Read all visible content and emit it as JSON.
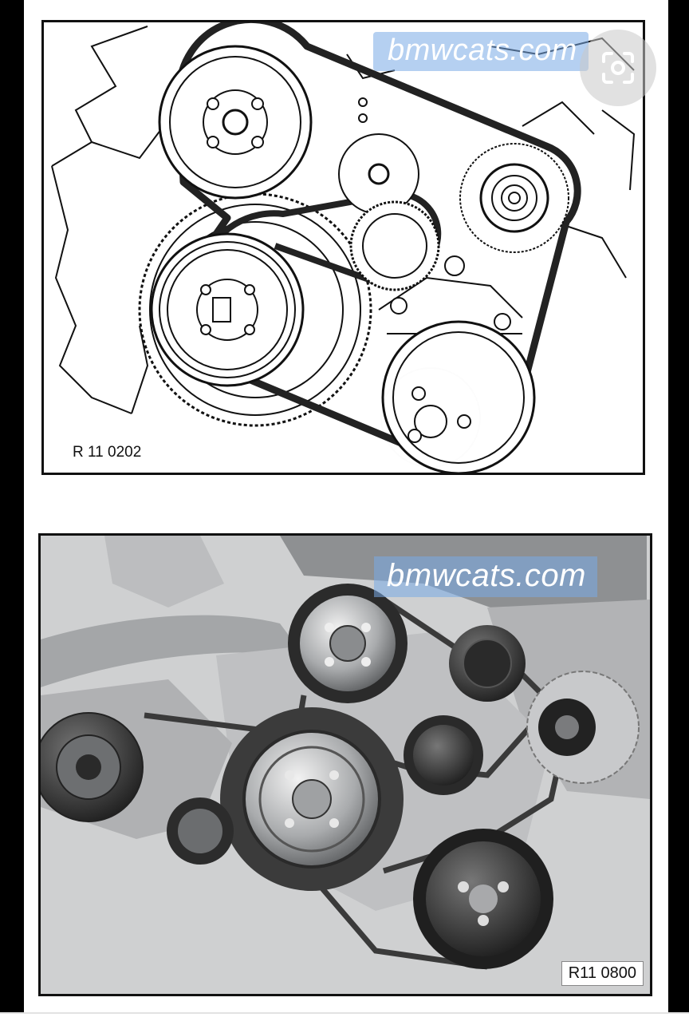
{
  "figures": [
    {
      "code": "R 11 0202",
      "watermark": "bmwcats.com",
      "style": "line-drawing"
    },
    {
      "code": "R11 0800",
      "watermark": "bmwcats.com",
      "style": "photo"
    }
  ],
  "icons": {
    "lens": "google-lens-icon"
  },
  "colors": {
    "belt": "#222222",
    "frame": "#111111",
    "watermark_bg": "#7aaae6",
    "photo_bg": "#cfd0d1"
  }
}
